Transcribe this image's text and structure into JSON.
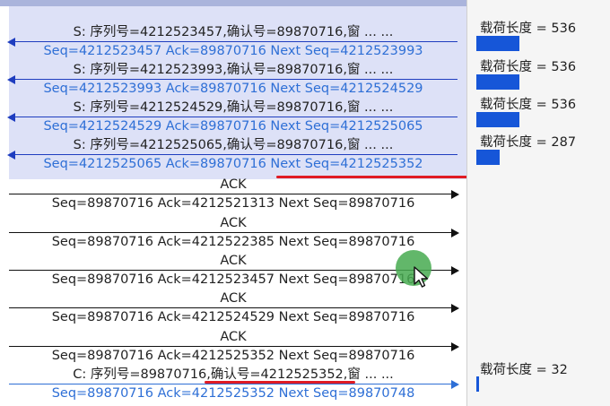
{
  "rows": [
    {
      "top": "S: 序列号=4212523457,确认号=89870716,窗 ... ...",
      "bottom": "Seq=4212523457  Ack=89870716  Next Seq=4212523993"
    },
    {
      "top": "S: 序列号=4212523993,确认号=89870716,窗 ... ...",
      "bottom": "Seq=4212523993  Ack=89870716  Next Seq=4212524529"
    },
    {
      "top": "S: 序列号=4212524529,确认号=89870716,窗 ... ...",
      "bottom": "Seq=4212524529  Ack=89870716  Next Seq=4212525065"
    },
    {
      "top": "S: 序列号=4212525065,确认号=89870716,窗 ... ...",
      "bottom": "Seq=4212525065  Ack=89870716  Next Seq=4212525352"
    },
    {
      "top": "ACK",
      "bottom": "Seq=89870716  Ack=4212521313  Next Seq=89870716"
    },
    {
      "top": "ACK",
      "bottom": "Seq=89870716  Ack=4212522385  Next Seq=89870716"
    },
    {
      "top": "ACK",
      "bottom": "Seq=89870716  Ack=4212523457  Next Seq=89870716"
    },
    {
      "top": "ACK",
      "bottom": "Seq=89870716  Ack=4212524529  Next Seq=89870716"
    },
    {
      "top": "ACK",
      "bottom": "Seq=89870716  Ack=4212525352  Next Seq=89870716"
    },
    {
      "top": "C: 序列号=89870716,确认号=4212525352,窗 ... ...",
      "bottom": "Seq=89870716  Ack=4212525352  Next Seq=89870748"
    }
  ],
  "payload": {
    "label_prefix": "载荷长度 = ",
    "entries": [
      {
        "label": "载荷长度 = 536",
        "value": 536
      },
      {
        "label": "载荷长度 = 536",
        "value": 536
      },
      {
        "label": "载荷长度 = 536",
        "value": 536
      },
      {
        "label": "载荷长度 = 287",
        "value": 287
      },
      {
        "label": "载荷长度 = 32",
        "value": 32
      }
    ],
    "bar_color": "#1656d8"
  },
  "colors": {
    "selected_bg": "#dde1f7",
    "server_text": "#2e6fd6",
    "annotation": "#e01b24"
  }
}
